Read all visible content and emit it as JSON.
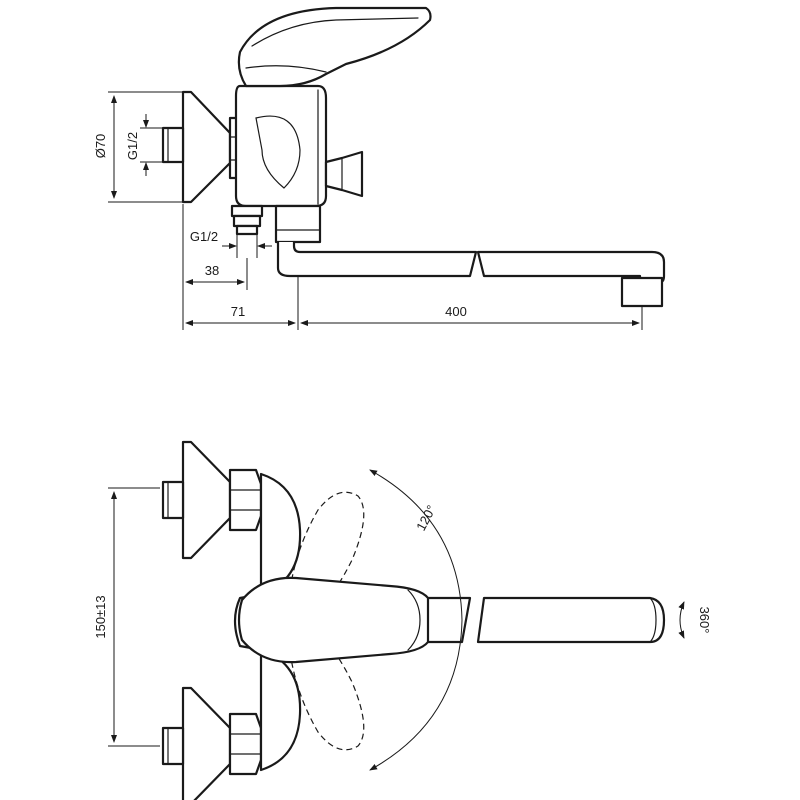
{
  "side_view": {
    "labels": {
      "flange_diameter": "Ø70",
      "inlet_thread": "G1/2",
      "outlet_thread": "G1/2",
      "outlet_offset": "38",
      "wall_to_spout": "71",
      "spout_reach": "400"
    }
  },
  "top_view": {
    "labels": {
      "inlet_spacing": "150±13",
      "lever_angle": "120°",
      "spout_rotation": "360°"
    }
  }
}
